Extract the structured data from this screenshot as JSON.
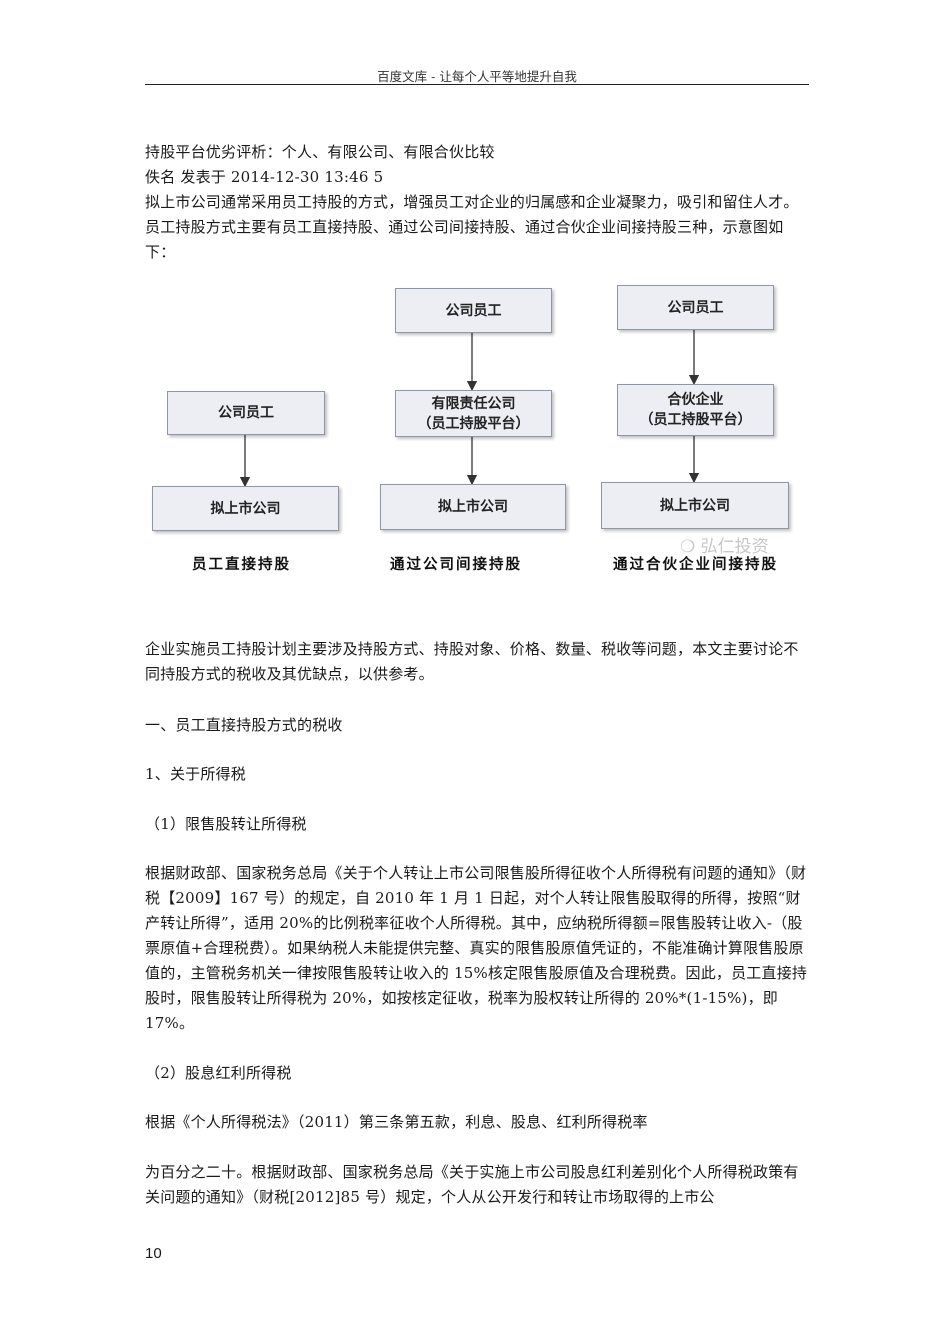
{
  "header": "百度文库 - 让每个人平等地提升自我",
  "title": "持股平台优劣评析：个人、有限公司、有限合伙比较",
  "byline": "佚名 发表于  2014-12-30 13:46 5",
  "intro": "拟上市公司通常采用员工持股的方式，增强员工对企业的归属感和企业凝聚力，吸引和留住人才。员工持股方式主要有员工直接持股、通过公司间接持股、通过合伙企业间接持股三种，示意图如下：",
  "diagram": {
    "col1": {
      "top": "公司员工",
      "bottom": "拟上市公司",
      "caption": "员工直接持股"
    },
    "col2": {
      "top": "公司员工",
      "middle_line1": "有限责任公司",
      "middle_line2": "（员工持股平台）",
      "bottom": "拟上市公司",
      "caption": "通过公司间接持股"
    },
    "col3": {
      "top": "公司员工",
      "middle_line1": "合伙企业",
      "middle_line2": "（员工持股平台）",
      "bottom": "拟上市公司",
      "caption": "通过合伙企业间接持股"
    },
    "watermark": "弘仁投资"
  },
  "para2": "企业实施员工持股计划主要涉及持股方式、持股对象、价格、数量、税收等问题，本文主要讨论不同持股方式的税收及其优缺点，以供参考。",
  "heading1": "一、员工直接持股方式的税收",
  "heading2": "1、关于所得税",
  "heading3": "（1）限售股转让所得税",
  "para3": "根据财政部、国家税务总局《关于个人转让上市公司限售股所得征收个人所得税有问题的通知》（财税【2009】167 号）的规定，自 2010 年 1 月 1 日起，对个人转让限售股取得的所得，按照“财产转让所得”，适用 20%的比例税率征收个人所得税。其中，应纳税所得额=限售股转让收入-（股票原值+合理税费）。如果纳税人未能提供完整、真实的限售股原值凭证的，不能准确计算限售股原值的，主管税务机关一律按限售股转让收入的 15%核定限售股原值及合理税费。因此，员工直接持股时，限售股转让所得税为 20%，如按核定征收，税率为股权转让所得的 20%*(1-15%)，即 17%。",
  "heading4": "（2）股息红利所得税",
  "para4": "根据《个人所得税法》（2011）第三条第五款，利息、股息、红利所得税率",
  "para5": "为百分之二十。根据财政部、国家税务总局《关于实施上市公司股息红利差别化个人所得税政策有关问题的通知》（财税[2012]85 号）规定，个人从公开发行和转让市场取得的上市公",
  "page_number": "10"
}
